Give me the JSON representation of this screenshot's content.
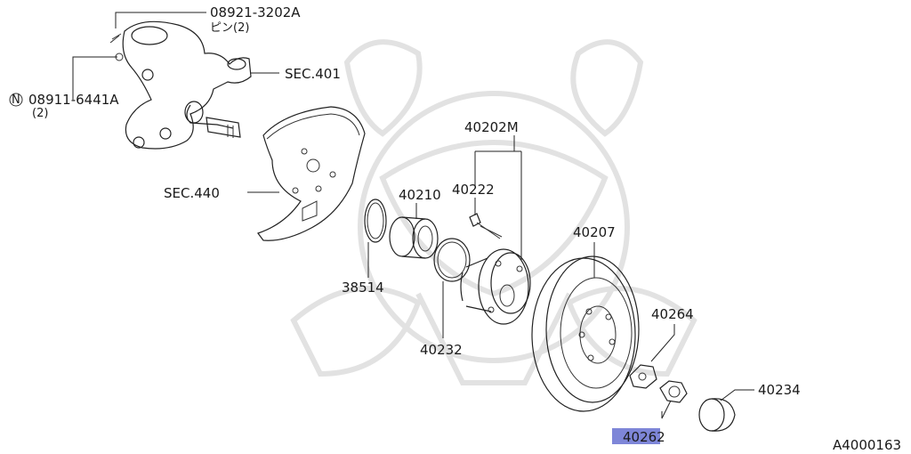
{
  "labels": {
    "knuckle_pin": "08921-3202A",
    "knuckle_pin_note": "ピン(2)",
    "knuckle_nut": "08911-6441A",
    "knuckle_nut_note": "(2)",
    "knuckle_nut_prefix": "N",
    "sec_401": "SEC.401",
    "sec_440": "SEC.440",
    "hub_assy": "40202M",
    "hub_bolt": "40222",
    "bearing": "40210",
    "snap_ring": "38514",
    "seal_ring": "40232",
    "rotor": "40207",
    "washer": "40264",
    "hub_nut": "40262",
    "hub_cap": "40234"
  },
  "highlighted_part": "40262",
  "diagram_code": "A4000163",
  "colors": {
    "highlight": "#7e86d8",
    "line": "#222222",
    "watermark": "#e2e2e2"
  }
}
